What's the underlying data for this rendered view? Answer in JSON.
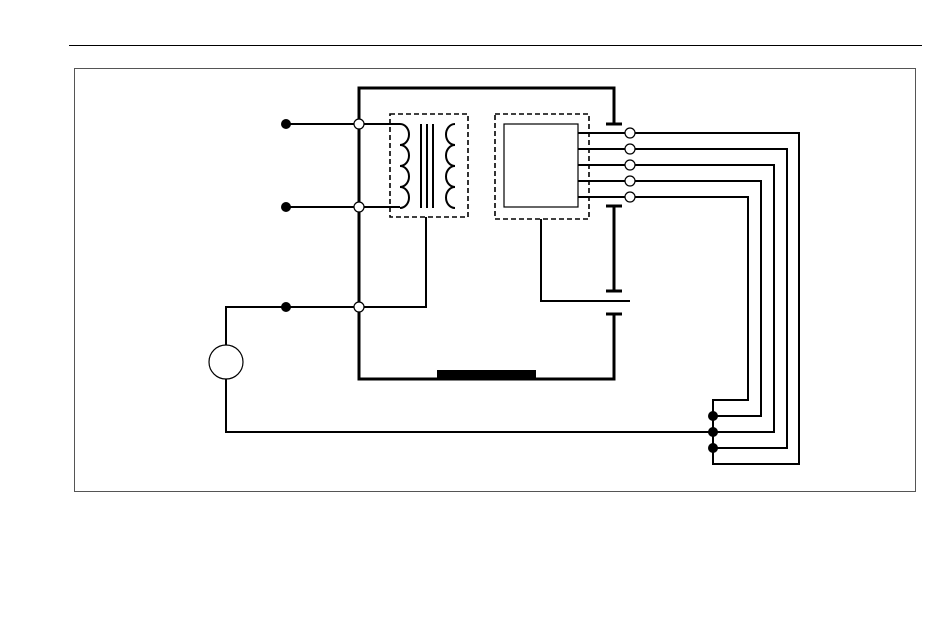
{
  "diagram": {
    "type": "wiring-schematic",
    "colors": {
      "line": "#000000",
      "frame": "#555555",
      "background": "#ffffff"
    },
    "components": {
      "transformer": {
        "shield": "dashed",
        "windings": 2,
        "core_lines": 3
      },
      "module": {
        "shield": "dashed",
        "outputs": 5
      },
      "source": {
        "shape": "circle"
      },
      "grounding_plate": {
        "shape": "bar"
      }
    },
    "terminals": {
      "input_solid": 3,
      "input_open": 3,
      "output_open": 5,
      "return_solid": 3
    }
  }
}
